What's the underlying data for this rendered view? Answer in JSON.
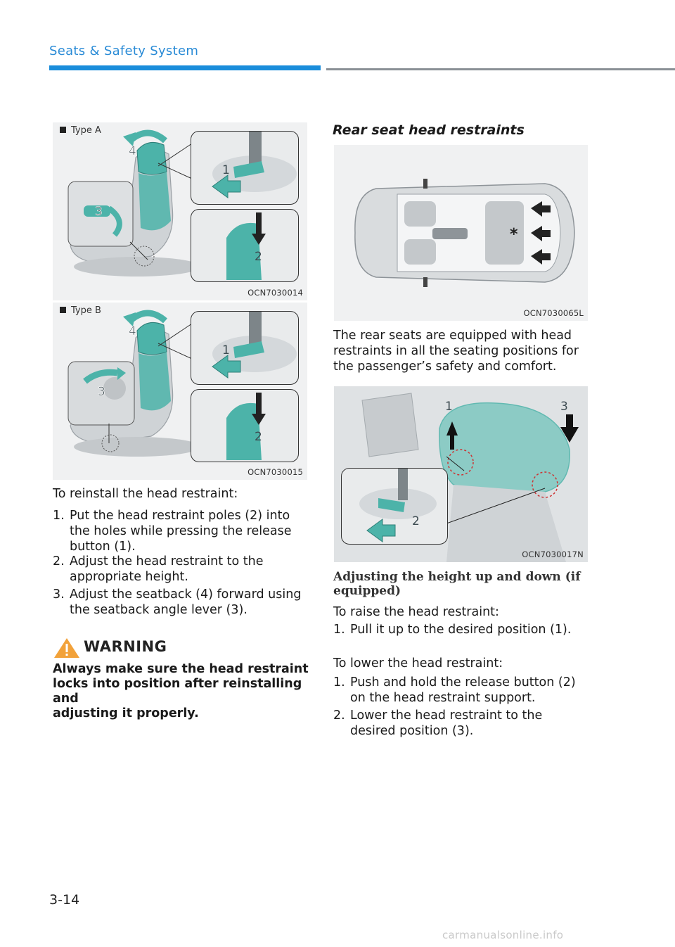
{
  "header": {
    "section_title": "Seats & Safety System"
  },
  "figures": {
    "type_a": {
      "label": "Type A",
      "code": "OCN7030014",
      "callouts": [
        "1",
        "2",
        "3",
        "4"
      ]
    },
    "type_b": {
      "label": "Type B",
      "code": "OCN7030015",
      "callouts": [
        "1",
        "2",
        "3",
        "4"
      ]
    },
    "rear_seats": {
      "code": "OCN7030065L",
      "marker": "*"
    },
    "rear_adjust": {
      "code": "OCN7030017N",
      "callouts": [
        "1",
        "2",
        "3"
      ]
    }
  },
  "left_column": {
    "intro": "To reinstall the head restraint:",
    "steps": [
      {
        "num": "1.",
        "lines": [
          "Put the head restraint poles (2) into",
          "the holes while pressing the release",
          "button (1)."
        ]
      },
      {
        "num": "2.",
        "lines": [
          "Adjust the head restraint to the",
          "appropriate height."
        ]
      },
      {
        "num": "3.",
        "lines": [
          "Adjust the seatback (4) forward using",
          "the seatback angle lever (3)."
        ]
      }
    ],
    "warning": {
      "label": "WARNING",
      "lines": [
        "Always make sure the head restraint",
        "locks into position after reinstalling and",
        "adjusting it properly."
      ]
    }
  },
  "right_column": {
    "section_title": "Rear seat head restraints",
    "description": [
      "The rear seats are equipped with head",
      "restraints in all the seating positions for",
      "the passenger’s safety and comfort."
    ],
    "subsection_title": [
      "Adjusting the height up and down (if",
      "equipped)"
    ],
    "raise_intro": "To raise the head restraint:",
    "raise_steps": [
      {
        "num": "1.",
        "lines": [
          "Pull it up to the desired position (1)."
        ]
      }
    ],
    "lower_intro": "To lower the head restraint:",
    "lower_steps": [
      {
        "num": "1.",
        "lines": [
          "Push and hold the release button (2)",
          "on the head restraint support."
        ]
      },
      {
        "num": "2.",
        "lines": [
          "Lower the head restraint to the",
          "desired position (3)."
        ]
      }
    ]
  },
  "footer": {
    "page_number": "3-14",
    "watermark": "carmanualsonline.info"
  },
  "colors": {
    "accent_blue": "#1a8ddb",
    "teal": "#4cb3a9",
    "gray_rule": "#8a9096"
  }
}
